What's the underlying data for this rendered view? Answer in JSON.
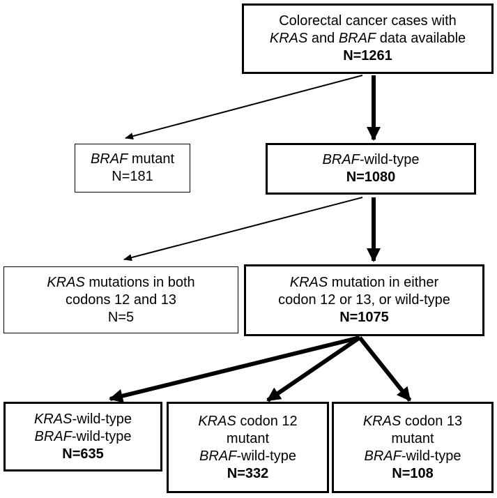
{
  "boxes": {
    "top": {
      "line1": "Colorectal cancer cases with",
      "line2_a": "KRAS",
      "line2_b": " and ",
      "line2_c": "BRAF",
      "line2_d": " data available",
      "count": "N=1261"
    },
    "braf_mutant": {
      "a": "BRAF",
      "b": " mutant",
      "count": "N=181"
    },
    "braf_wt": {
      "a": "BRAF",
      "b": "-wild-type",
      "count": "N=1080"
    },
    "kras_both": {
      "a": "KRAS",
      "b": " mutations in both",
      "line2": "codons 12 and 13",
      "count": "N=5"
    },
    "kras_either": {
      "a": "KRAS",
      "b": " mutation in either",
      "line2": "codon 12 or 13, or wild-type",
      "count": "N=1075"
    },
    "kras_wt": {
      "a": "KRAS",
      "b": "-wild-type",
      "c": "BRAF",
      "d": "-wild-type",
      "count": "N=635"
    },
    "codon12": {
      "a": "KRAS",
      "b": " codon 12",
      "line2": "mutant",
      "c": "BRAF",
      "d": "-wild-type",
      "count": "N=332"
    },
    "codon13": {
      "a": "KRAS",
      "b": " codon 13",
      "line2": "mutant",
      "c": "BRAF",
      "d": "-wild-type",
      "count": "N=108"
    }
  }
}
